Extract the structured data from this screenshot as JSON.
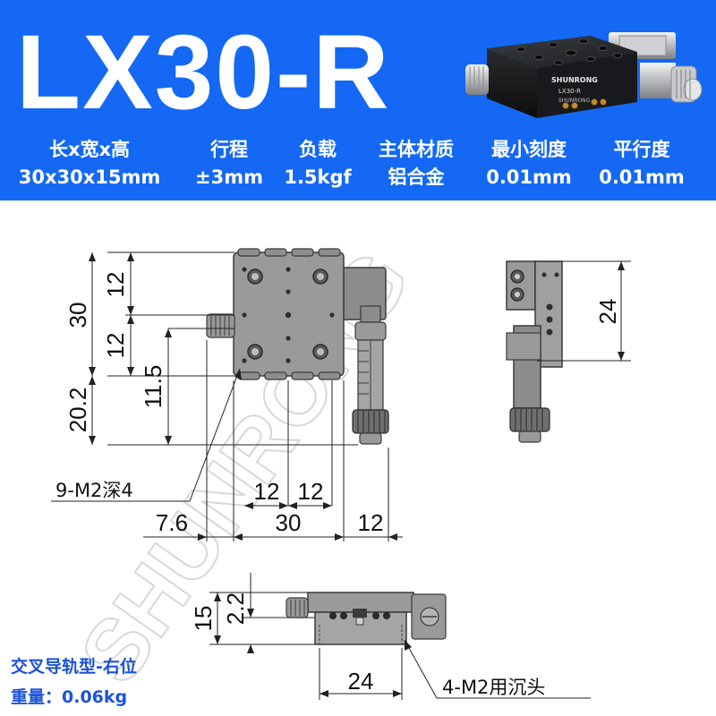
{
  "header": {
    "model": "LX30-R",
    "specs": [
      {
        "label": "长x宽x高",
        "value": "30x30x15mm"
      },
      {
        "label": "行程",
        "value": "±3mm"
      },
      {
        "label": "负载",
        "value": "1.5kgf"
      },
      {
        "label": "主体材质",
        "value": "铝合金"
      },
      {
        "label": "最小刻度",
        "value": "0.01mm"
      },
      {
        "label": "平行度",
        "value": "0.01mm"
      }
    ],
    "product_label_line1": "LX30-R",
    "product_label_line2": "SHUNRONG",
    "brand_text": "SHUNRONG"
  },
  "drawing": {
    "top_view": {
      "dim_total_height": "30",
      "dim_upper": "12",
      "dim_lower": "12",
      "dim_center_to_bottom": "11.5",
      "dim_body_extension": "20.2",
      "dim_hole_spacing_x1": "12",
      "dim_hole_spacing_x2": "12",
      "dim_width": "30",
      "dim_knob_offset": "7.6",
      "dim_micrometer_offset": "12",
      "thread_callout": "9-M2深4"
    },
    "side_view": {
      "dim_hole_spacing": "24"
    },
    "front_view": {
      "dim_height": "15",
      "dim_thickness": "2.2",
      "dim_hole_spacing": "24",
      "mount_callout": "4-M2用沉头"
    },
    "watermark": "SHUNRONG"
  },
  "footer": {
    "type_text": "交叉导轨型-右位",
    "weight_text": "重量：0.06kg"
  },
  "colors": {
    "header_bg": "#1468f4",
    "footer_text": "#1c52d8",
    "drawing_body": "#8c8c8c",
    "drawing_dark": "#3a3a3a"
  }
}
